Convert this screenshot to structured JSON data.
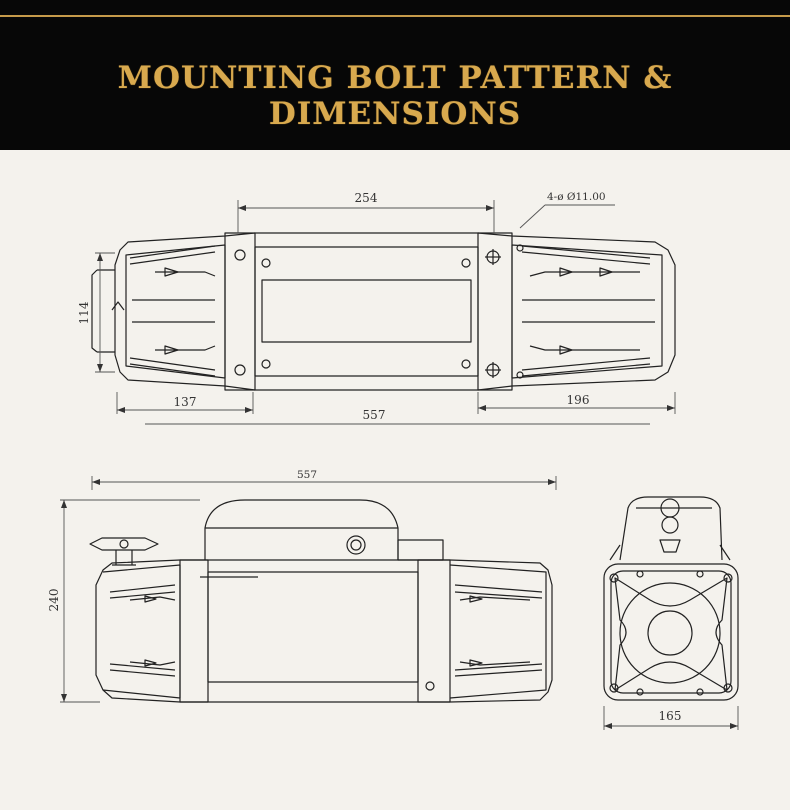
{
  "banner": {
    "title": "MOUNTING BOLT PATTERN & DIMENSIONS"
  },
  "top_view": {
    "dim_bolt_spacing": "254",
    "dim_hole_callout": "4-ø Ø11.00",
    "dim_height": "114",
    "dim_left_segment": "137",
    "dim_right_segment": "196",
    "dim_overall_length": "557"
  },
  "front_view": {
    "dim_overall_length": "557",
    "dim_height": "240"
  },
  "side_view": {
    "dim_width": "165"
  },
  "colors": {
    "banner_bg": "#070707",
    "title_gold": "#d8a94e",
    "line": "#222222"
  }
}
